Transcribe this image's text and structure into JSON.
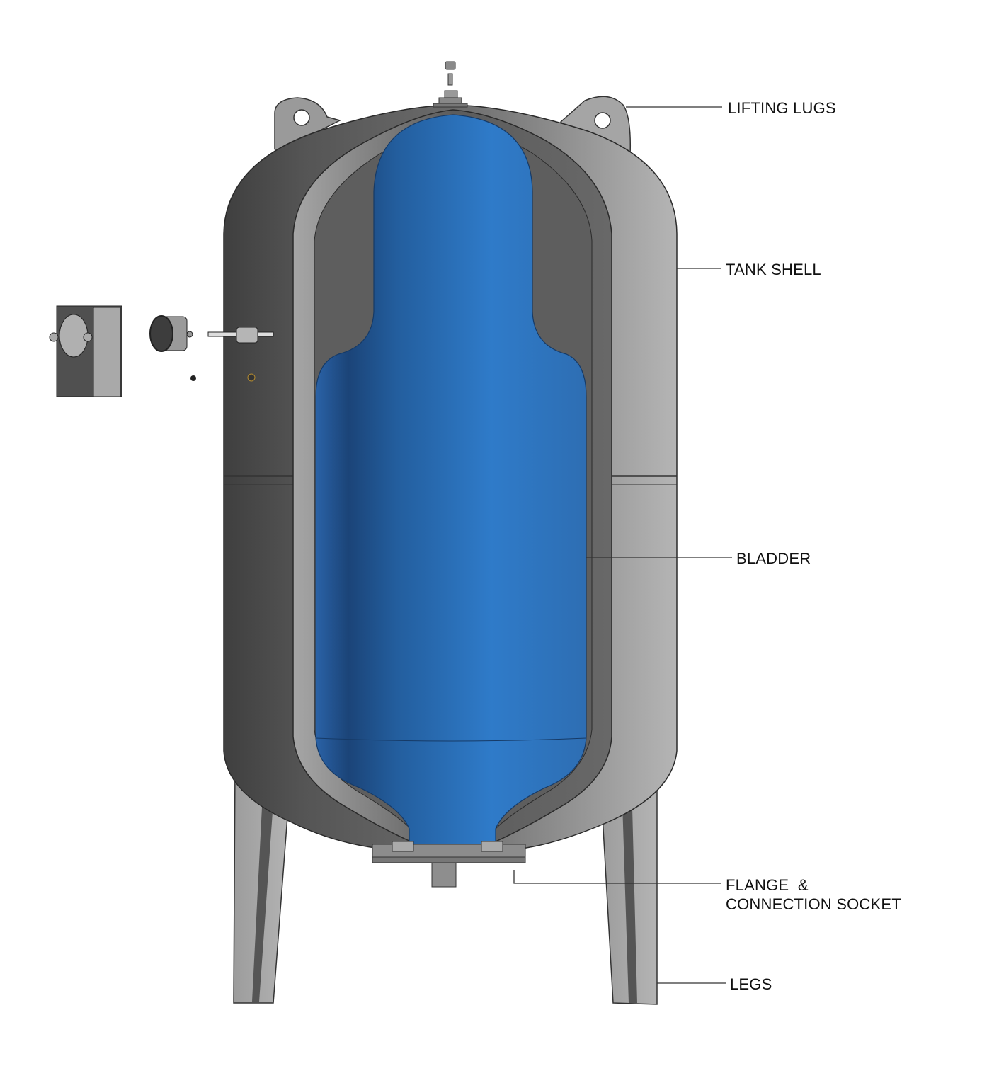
{
  "diagram": {
    "subject": "Bladder pressure tank cutaway",
    "colors": {
      "bladder_blue": "#2f7bc9",
      "bladder_dark": "#1d4f86",
      "shell_dark": "#4a4a4a",
      "shell_light": "#a8a8a8",
      "background": "#ffffff"
    },
    "callouts": [
      {
        "id": "lifting-lugs",
        "label": "LIFTING LUGS"
      },
      {
        "id": "tank-shell",
        "label": "TANK SHELL"
      },
      {
        "id": "bladder",
        "label": "BLADDER"
      },
      {
        "id": "flange",
        "label_line1": "FLANGE  &",
        "label_line2": "CONNECTION SOCKET"
      },
      {
        "id": "legs",
        "label": "LEGS"
      }
    ],
    "exploded_parts": [
      "pressure-gauge-box",
      "pressure-gauge",
      "gauge-pipe",
      "plug"
    ]
  }
}
